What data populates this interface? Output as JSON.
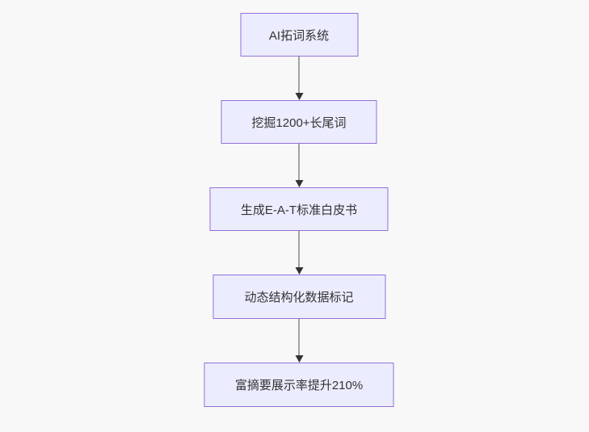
{
  "diagram": {
    "type": "flowchart",
    "direction": "top-to-bottom",
    "nodes": [
      {
        "label": "AI拓词系统"
      },
      {
        "label": "挖掘1200+长尾词"
      },
      {
        "label": "生成E-A-T标准白皮书"
      },
      {
        "label": "动态结构化数据标记"
      },
      {
        "label": "富摘要展示率提升210%"
      }
    ],
    "edges": [
      {
        "from": 0,
        "to": 1
      },
      {
        "from": 1,
        "to": 2
      },
      {
        "from": 2,
        "to": 3
      },
      {
        "from": 3,
        "to": 4
      }
    ],
    "colors": {
      "node_fill": "#ECECFF",
      "node_border": "#9370DB",
      "edge_line": "#4d4d4d",
      "arrow_head": "#333333",
      "text": "#333333",
      "background": "#f8f8f8"
    }
  }
}
